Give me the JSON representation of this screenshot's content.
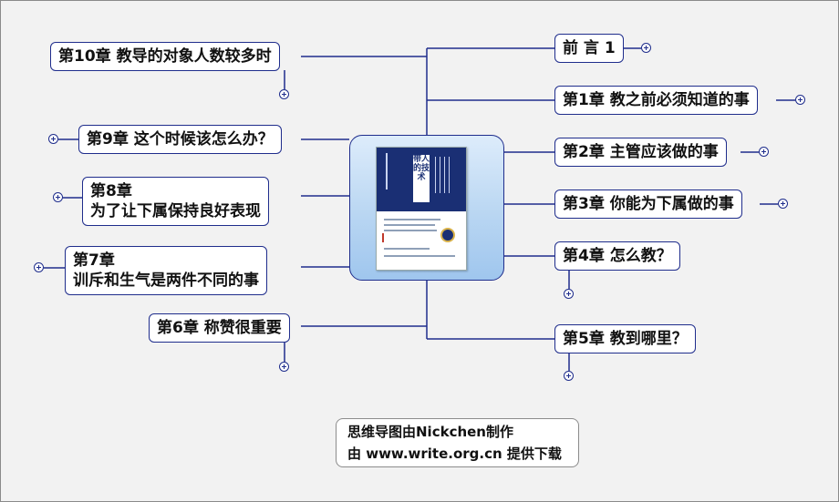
{
  "colors": {
    "line": "#1f2d8c",
    "node_border": "#1f2d8c",
    "center_fill": "#b9d6f2",
    "book_cover": "#1a2f74"
  },
  "center": {
    "image_icon": "book-cover",
    "cover_title": "带人的技术"
  },
  "right_nodes": [
    {
      "label": "前 言 1"
    },
    {
      "label": "第1章 教之前必须知道的事"
    },
    {
      "label": "第2章 主管应该做的事"
    },
    {
      "label": "第3章 你能为下属做的事"
    },
    {
      "label": "第4章 怎么教？"
    },
    {
      "label": "第5章 教到哪里？"
    }
  ],
  "left_nodes": [
    {
      "label": "第10章 教导的对象人数较多时"
    },
    {
      "label": "第9章 这个时候该怎么办？"
    },
    {
      "line1": "第8章",
      "line2": "为了让下属保持良好表现"
    },
    {
      "line1": "第7章",
      "line2": "训斥和生气是两件不同的事"
    },
    {
      "label": "第6章 称赞很重要"
    }
  ],
  "footer": {
    "line1": "思维导图由Nickchen制作",
    "line2": "由 www.write.org.cn 提供下载"
  }
}
